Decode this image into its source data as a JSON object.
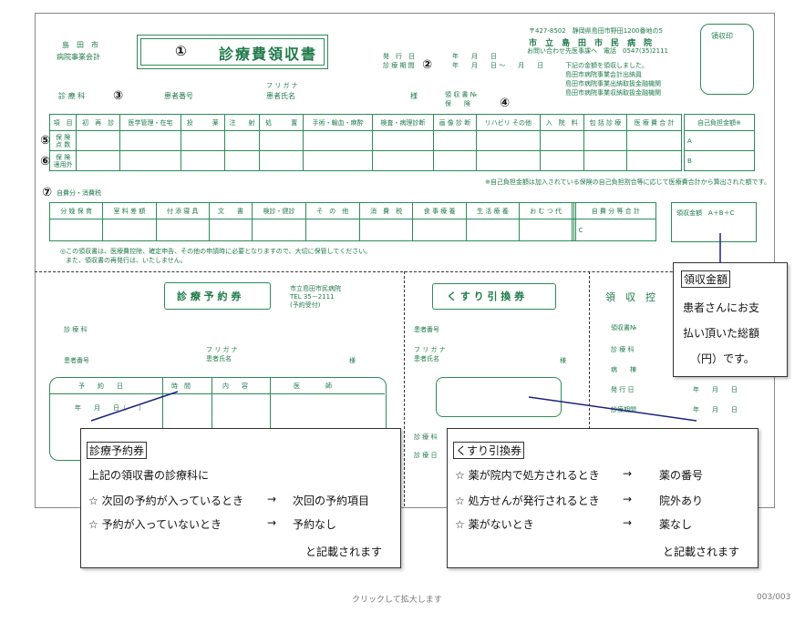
{
  "receipt": {
    "org1": "島　田　市",
    "org2": "病院事業会計",
    "title": "診療費領収書",
    "issue_date_label": "発　行　日",
    "period_label": "診 療 期 間",
    "ymd": "年　　月　　日",
    "ymd_range": "年　　月　　日 ～　　月　　日",
    "address": "〒427-8502　静岡県島田市野田1200番地の5",
    "hospital_name": "市　立　島　田　市　民　病　院",
    "phone": "お問い合わせ先医事課へ　電話　0547(35)2111",
    "stamp_label": "領収印",
    "notice1": "下記の金額を領収しました。",
    "notice2": "島田市病院事業会計出納員",
    "notice3": "島田市病院事業出納取扱金融機関",
    "notice4": "島田市病院事業収納取扱金融機関",
    "dept_label": "診 療 科",
    "patient_no_label": "患者番号",
    "furigana_label": "フ リ ガ ナ",
    "patient_name_label": "患者氏名",
    "sama": "様",
    "receipt_no_label": "領 収 書 №",
    "insurance_label": "保　　険",
    "table_headers": [
      "項　目",
      "初　再　診",
      "医学管理・在宅",
      "投　　　薬",
      "注　　射",
      "処　　　置",
      "手術・輸血・麻酔",
      "検査・病理診断",
      "画 像 診 断",
      "リハビリ その他",
      "入　院　料",
      "包 括 診 療",
      "医 療 費 合 計"
    ],
    "row1_label": "保 険\n点 数",
    "row2_label": "保 険\n適用外",
    "self_pay_title": "自己負担金額※",
    "self_pay_a": "A",
    "self_pay_b": "B",
    "footnote_star": "※自己負担金額は加入されている保険の自己負担割合等に応じて医療費合計から算出された額です。",
    "self_expense_title": "自費分・消費税",
    "table2_headers": [
      "分 娩 保 育",
      "室 料 差 額",
      "付 添 寝 具",
      "文　　書",
      "検診・健診",
      "そ　の　他",
      "消　費　税",
      "食 事 療 養",
      "生 活 療 養",
      "お む つ 代",
      "",
      "",
      "自 費 分 等 合 計"
    ],
    "self_total_c": "C",
    "amount_label": "領収金額　A＋B＋C",
    "caution1": "◎この領収書は、医療費控除、確定申告、その他の申請時に必要となりますので、大切に保管してください。",
    "caution2": "また、領収書の再発行は、いたしません。"
  },
  "numbers": {
    "n1": "①",
    "n2": "②",
    "n3": "③",
    "n4": "④",
    "n5": "⑤",
    "n6": "⑥",
    "n7": "⑦"
  },
  "appointment": {
    "title": "診 療 予 約 券",
    "hospital": "市立島田市民病院",
    "tel": "TEL 35－2111",
    "note": "(予約受付)",
    "dept_label": "診 療 科",
    "patient_no_label": "患者番号",
    "furigana_label": "フ リ ガ ナ",
    "patient_name_label": "患者氏名",
    "sama": "様",
    "headers": [
      "予　　約　　日",
      "時　間",
      "内　　容",
      "医　　　　師"
    ],
    "row_date": "年　　月　　日（　　）"
  },
  "medicine": {
    "title": "く す り 引 換 券",
    "patient_no_label": "患者番号",
    "furigana_label": "フ リ ガ ナ",
    "patient_name_label": "患者氏名",
    "sama": "様",
    "dept_label": "診 療 科",
    "date_label": "診 療 日"
  },
  "stub": {
    "title": "領　収　控",
    "receipt_no_label": "領収書№",
    "dept_label": "診 療 科",
    "ward_label": "病　　棟",
    "issue_label": "発 行 日",
    "period_label": "診療期間",
    "ymd": "年　　月　　日"
  },
  "callouts": {
    "amount": {
      "title": "領収金額",
      "lines": [
        "患者さんにお支",
        "払い頂いた総額",
        "（円）です。"
      ]
    },
    "appointment": {
      "title": "診療予約券",
      "intro": "上記の領収書の診療科に",
      "line1a": "☆ 次回の予約が入っているとき",
      "arrow": "→",
      "line1b": "次回の予約項目",
      "line2a": "☆ 予約が入っていないとき",
      "line2b": "予約なし",
      "outro": "と記載されます"
    },
    "medicine": {
      "title": "くすり引換券",
      "line1a": "☆ 薬が院内で処方されるとき",
      "arrow": "→",
      "line1b": "薬の番号",
      "line2a": "☆ 処方せんが発行されるとき",
      "line2b": "院外あり",
      "line3a": "☆ 薬がないとき",
      "line3b": "薬なし",
      "outro": "と記載されます"
    }
  },
  "footer": {
    "click_text": "クリックして拡大します",
    "page": "003/003"
  }
}
